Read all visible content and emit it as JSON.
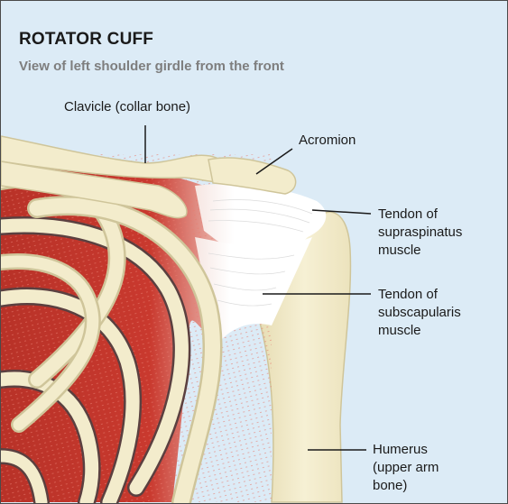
{
  "title": "ROTATOR CUFF",
  "subtitle": "View of left shoulder girdle from the front",
  "labels": {
    "clavicle": "Clavicle (collar bone)",
    "acromion": "Acromion",
    "supraspinatus": "Tendon of\nsupraspinatus\nmuscle",
    "subscapularis": "Tendon of\nsubscapularis\nmuscle",
    "humerus": "Humerus\n(upper arm\nbone)"
  },
  "colors": {
    "background": "#dcebf6",
    "bone": "#f3eccc",
    "bone_outline": "#cfc59a",
    "muscle": "#c7372d",
    "tendon": "#ffffff",
    "rib_shadow": "#5b4040"
  }
}
